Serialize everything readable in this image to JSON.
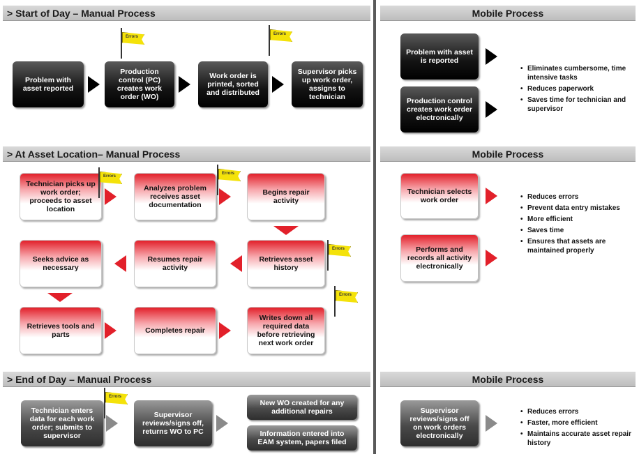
{
  "sections": {
    "start_manual": "> Start of Day – Manual Process",
    "start_mobile": "Mobile Process",
    "asset_manual": "> At Asset Location– Manual Process",
    "asset_mobile": "Mobile Process",
    "end_manual": "> End of Day – Manual Process",
    "end_mobile": "Mobile Process"
  },
  "start_of_day": {
    "boxes": [
      "Problem with asset reported",
      "Production control (PC) creates work order (WO)",
      "Work order is printed, sorted and distributed",
      "Supervisor picks up work order, assigns to technician"
    ]
  },
  "start_mobile": {
    "boxes": [
      "Problem with asset is reported",
      "Production control creates work order electronically"
    ],
    "bullets": [
      "Eliminates cumbersome, time intensive tasks",
      "Reduces paperwork",
      "Saves time for technician and supervisor"
    ]
  },
  "asset_location": {
    "boxes": {
      "b1": "Technician picks up work order; proceeds to asset location",
      "b2": "Analyzes problem receives asset documentation",
      "b3": "Begins repair activity",
      "b4": "Seeks advice as necessary",
      "b5": "Resumes repair activity",
      "b6": "Retrieves asset history",
      "b7": "Retrieves tools and parts",
      "b8": "Completes repair",
      "b9": "Writes down all required data before retrieving next work order"
    }
  },
  "asset_mobile": {
    "boxes": [
      "Technician selects work order",
      "Performs and records all activity electronically"
    ],
    "bullets": [
      "Reduces errors",
      "Prevent data entry mistakes",
      "More efficient",
      "Saves time",
      "Ensures that assets are maintained properly"
    ]
  },
  "end_of_day": {
    "boxes": {
      "e1": "Technician enters data for each work order; submits to supervisor",
      "e2": "Supervisor reviews/signs off, returns WO to PC",
      "e3": "New WO created for any additional repairs",
      "e4": "Information entered into EAM system, papers filed"
    }
  },
  "end_mobile": {
    "boxes": [
      "Supervisor reviews/signs off on work orders electronically"
    ],
    "bullets": [
      "Reduces errors",
      "Faster, more efficient",
      "Maintains accurate asset repair history"
    ]
  },
  "flag_label": "Errors",
  "colors": {
    "red": "#e2202a",
    "flag": "#f4e20a",
    "header": "#c8c8c8",
    "dark": "#111111"
  }
}
